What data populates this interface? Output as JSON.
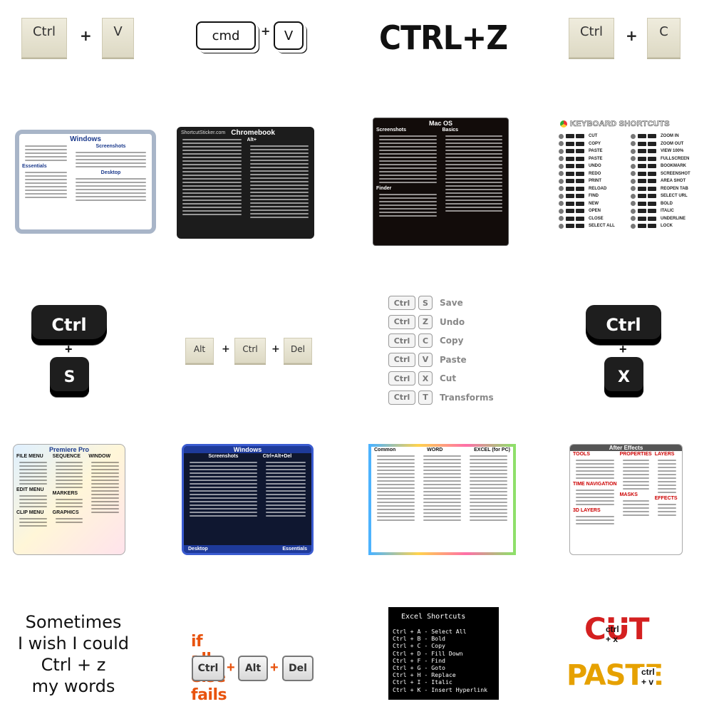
{
  "row1": {
    "ctrl_v": {
      "key1": "Ctrl",
      "plus": "+",
      "key2": "V"
    },
    "cmd_v": {
      "key1": "cmd",
      "plus": "+",
      "key2": "V"
    },
    "ctrl_z": "CTRL+Z",
    "ctrl_c": {
      "key1": "Ctrl",
      "plus": "+",
      "key2": "C"
    }
  },
  "row2": {
    "windows_card": {
      "title": "Windows",
      "sub1": "Screenshots",
      "sub2": "Essentials",
      "sub3": "Desktop"
    },
    "chromebook_card": {
      "brand": "ShortcutSticker.com",
      "title": "Chromebook",
      "sub": "Alt+"
    },
    "mac_card": {
      "title": "Mac OS",
      "sub1": "Screenshots",
      "sub2": "Basics",
      "sub3": "Finder"
    },
    "chrome_card": {
      "title": "KEYBOARD SHORTCUTS",
      "left": [
        "CUT",
        "COPY",
        "PASTE",
        "PASTE",
        "UNDO",
        "REDO",
        "PRINT",
        "RELOAD",
        "FIND",
        "NEW",
        "OPEN",
        "CLOSE",
        "SELECT ALL"
      ],
      "right": [
        "ZOOM IN",
        "ZOOM OUT",
        "VIEW 100%",
        "FULLSCREEN",
        "BOOKMARK",
        "SCREENSHOT",
        "AREA SHOT",
        "REOPEN TAB",
        "SELECT URL",
        "BOLD",
        "ITALIC",
        "UNDERLINE",
        "LOCK"
      ]
    }
  },
  "row3": {
    "ctrl_s": {
      "key1": "Ctrl",
      "plus": "+",
      "key2": "S"
    },
    "alt_ctrl_del": {
      "key1": "Alt",
      "plus1": "+",
      "key2": "Ctrl",
      "plus2": "+",
      "key3": "Del"
    },
    "gray_list": [
      {
        "mod": "Ctrl",
        "key": "S",
        "label": "Save"
      },
      {
        "mod": "Ctrl",
        "key": "Z",
        "label": "Undo"
      },
      {
        "mod": "Ctrl",
        "key": "C",
        "label": "Copy"
      },
      {
        "mod": "Ctrl",
        "key": "V",
        "label": "Paste"
      },
      {
        "mod": "Ctrl",
        "key": "X",
        "label": "Cut"
      },
      {
        "mod": "Ctrl",
        "key": "T",
        "label": "Transforms"
      }
    ],
    "ctrl_x": {
      "key1": "Ctrl",
      "plus": "+",
      "key2": "X"
    }
  },
  "row4": {
    "premiere_card": {
      "title": "Premiere Pro",
      "sub1": "FILE MENU",
      "sub2": "SEQUENCE",
      "sub3": "WINDOW",
      "sub4": "EDIT MENU",
      "sub5": "MARKERS",
      "sub6": "CLIP MENU",
      "sub7": "GRAPHICS"
    },
    "windows_dark_card": {
      "title": "Windows",
      "sub1": "Screenshots",
      "sub2": "Ctrl+Alt+Del",
      "foot1": "Desktop",
      "foot2": "Essentials"
    },
    "office_card": {
      "col1": "Common",
      "col2": "WORD",
      "col3": "EXCEL",
      "col3b": "(for PC)"
    },
    "ae_card": {
      "title": "After Effects",
      "sub1": "TOOLS",
      "sub2": "PROPERTIES",
      "sub3": "LAYERS",
      "sub4": "TIME NAVIGATION",
      "sub5": "MASKS",
      "sub6": "3D LAYERS",
      "sub7": "EFFECTS"
    }
  },
  "row5": {
    "quote": [
      "Sometimes",
      "I wish I could",
      "Ctrl + z",
      "my words"
    ],
    "fails": {
      "text": "if all else fails",
      "key1": "Ctrl",
      "plus1": "+",
      "key2": "Alt",
      "plus2": "+",
      "key3": "Del"
    },
    "excel": {
      "title": "Excel Shortcuts",
      "lines": [
        "Ctrl + A - Select All",
        "Ctrl + B - Bold",
        "Ctrl + C - Copy",
        "Ctrl + D - Fill Down",
        "Ctrl + F - Find",
        "Ctrl + G - Goto",
        "Ctrl + H - Replace",
        "Ctrl + I - Italic",
        "Ctrl + K - Insert  Hyperlink"
      ]
    },
    "cut_paste": {
      "cut": "CUT",
      "cut_tag": "ctrl + x",
      "paste": "PASTE",
      "paste_tag": "ctrl + v"
    }
  },
  "colors": {
    "beige": "#e8e4d0",
    "red": "#d42020",
    "orange": "#e8530e",
    "gold": "#e6a100",
    "card_blue": "#1b3a8c"
  }
}
